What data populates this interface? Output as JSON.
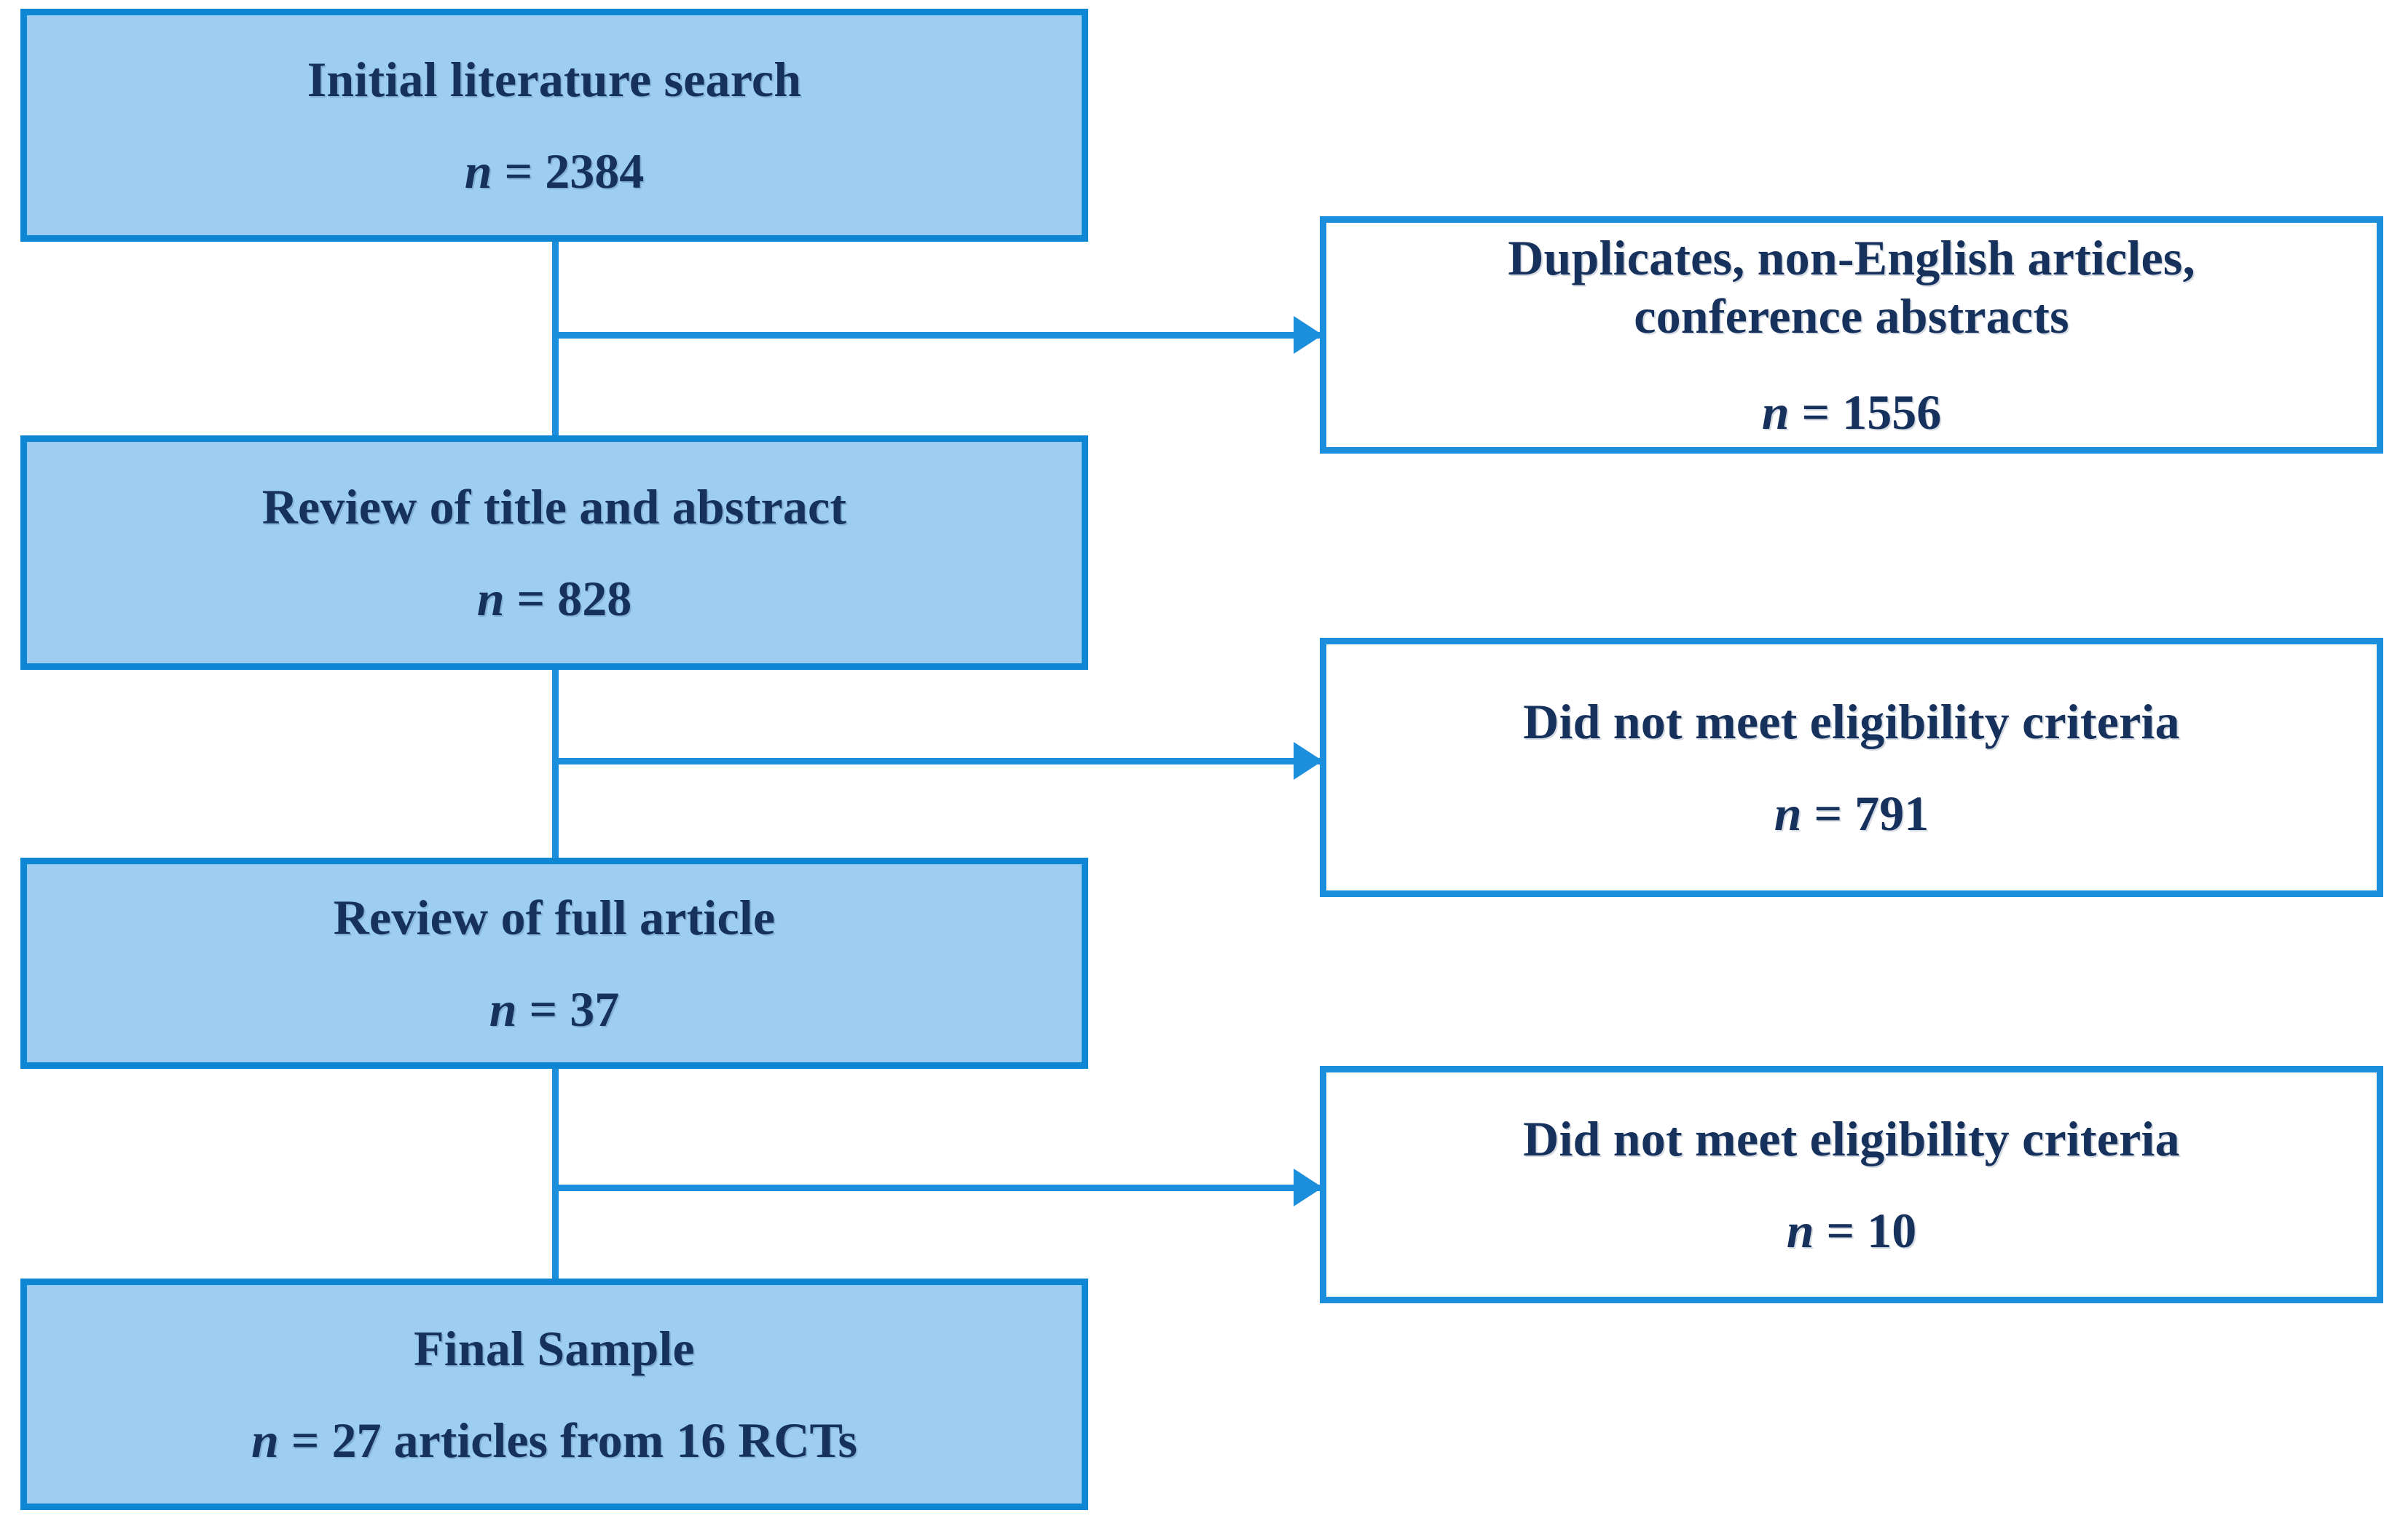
{
  "diagram": {
    "type": "prisma-flow-diagram",
    "colors": {
      "box_fill": "#9dcef2",
      "box_border": "#0e86d4",
      "hollow_border": "#1b8fdc",
      "connector": "#1b8fdc",
      "text": "#15315c",
      "background": "#ffffff"
    },
    "flow_nodes": [
      {
        "id": "initial-search",
        "title": "Initial literature search",
        "count": "n = 2384",
        "n_label": "n",
        "n_value": "2384"
      },
      {
        "id": "review-title-abstract",
        "title": "Review of title and abstract",
        "count": "n = 828",
        "n_label": "n",
        "n_value": "828"
      },
      {
        "id": "review-full-article",
        "title": "Review of full article",
        "count": "n = 37",
        "n_label": "n",
        "n_value": "37"
      },
      {
        "id": "final-sample",
        "title": "Final Sample",
        "count": "n = 27 articles from 16 RCTs",
        "n_label": "n",
        "n_value": "27 articles from 16 RCTs"
      }
    ],
    "exclusion_nodes": [
      {
        "id": "exclusion-duplicates",
        "title_line1": "Duplicates, non-English articles,",
        "title_line2": "conference abstracts",
        "count": "n = 1556",
        "n_label": "n",
        "n_value": "1556"
      },
      {
        "id": "exclusion-eligibility-1",
        "title_line1": "Did not meet eligibility criteria",
        "title_line2": "",
        "count": "n = 791",
        "n_label": "n",
        "n_value": "791"
      },
      {
        "id": "exclusion-eligibility-2",
        "title_line1": "Did not meet eligibility criteria",
        "title_line2": "",
        "count": "n = 10",
        "n_label": "n",
        "n_value": "10"
      }
    ]
  }
}
